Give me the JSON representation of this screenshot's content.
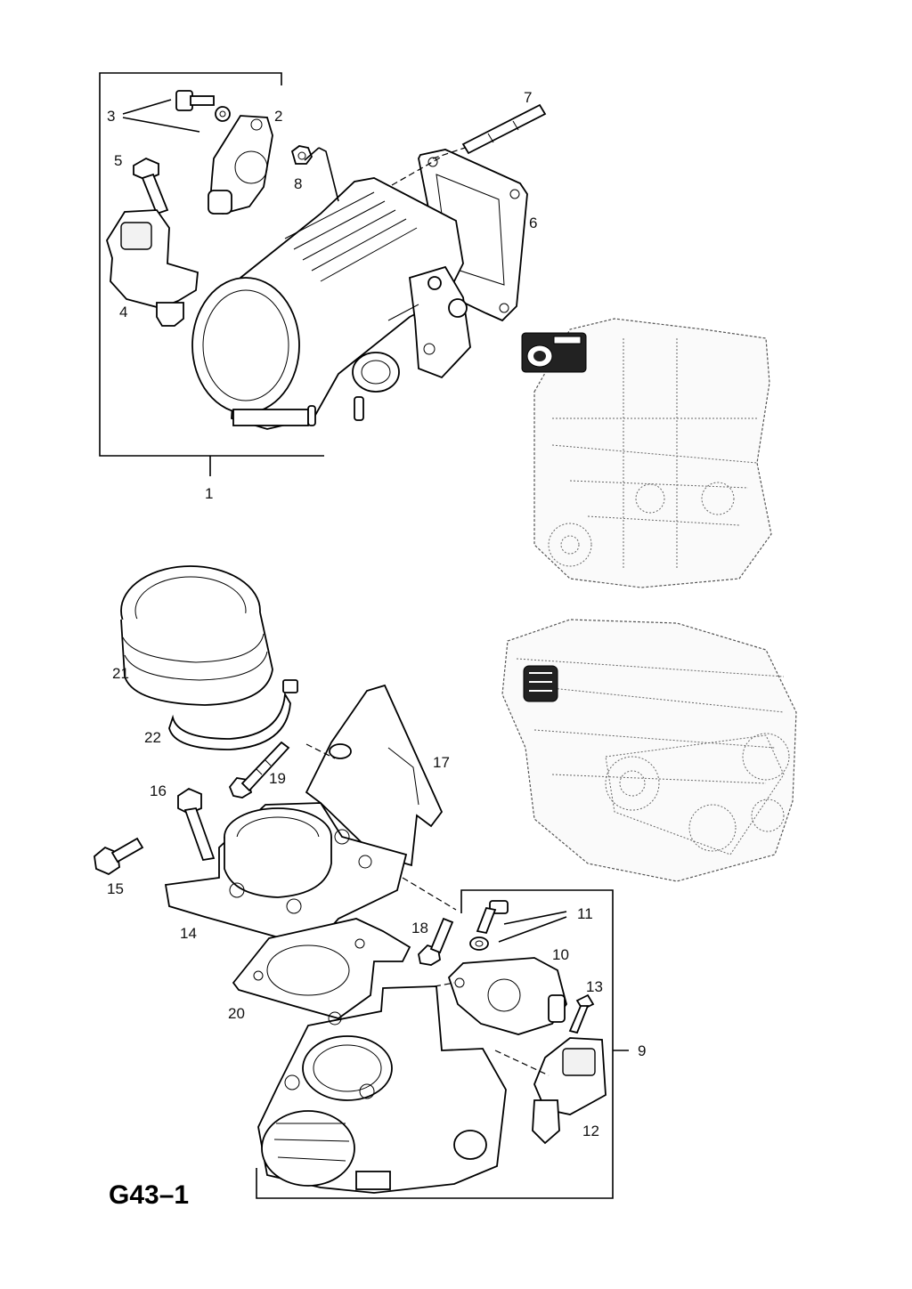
{
  "diagram_code": "G43–1",
  "callouts": {
    "c1": "1",
    "c2": "2",
    "c3": "3",
    "c4": "4",
    "c5": "5",
    "c6": "6",
    "c7": "7",
    "c8": "8",
    "c9": "9",
    "c10": "10",
    "c11": "11",
    "c12": "12",
    "c13": "13",
    "c14": "14",
    "c15": "15",
    "c16": "16",
    "c17": "17",
    "c18": "18",
    "c19": "19",
    "c20": "20",
    "c21": "21",
    "c22": "22"
  }
}
